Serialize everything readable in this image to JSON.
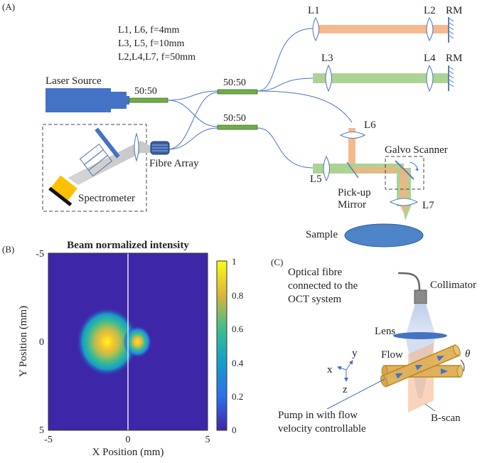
{
  "panel_a": {
    "label": "(A)",
    "focal_notes": [
      "L1, L6, f=4mm",
      "L3, L5, f=10mm",
      "L2,L4,L7, f=50mm"
    ],
    "laser_source": "Laser Source",
    "splitters": [
      "50:50",
      "50:50",
      "50:50"
    ],
    "fibre_array": "Fibre Array",
    "spectrometer": "Spectrometer",
    "lens_labels": {
      "l1": "L1",
      "l2": "L2",
      "l3": "L3",
      "l4": "L4",
      "l5": "L5",
      "l6": "L6",
      "l7": "L7"
    },
    "rm_labels": [
      "RM",
      "RM"
    ],
    "galvo": "Galvo Scanner",
    "pickup_line1": "Pick-up",
    "pickup_line2": "Mirror",
    "sample": "Sample",
    "colors": {
      "laser_blue": "#4472c4",
      "splitter_green": "#70ad47",
      "beam_orange": "#f4b183",
      "beam_green": "#a9d18e",
      "lens_blue": "#5b7fb8",
      "spectrometer_yellow": "#ffc000"
    }
  },
  "panel_b": {
    "label": "(B)",
    "title": "Beam normalized intensity",
    "xlabel": "X Position (mm)",
    "ylabel": "Y Position (mm)",
    "x_ticks": [
      "-5",
      "0",
      "5"
    ],
    "y_ticks": [
      "-5",
      "0",
      "5"
    ],
    "colorbar_ticks": [
      "1",
      "0.8",
      "0.6",
      "0.4",
      "0.2",
      "0"
    ]
  },
  "panel_c": {
    "label": "(C)",
    "fibre_line1": "Optical fibre",
    "fibre_line2": "connected to the",
    "fibre_line3": "OCT system",
    "collimator": "Collimator",
    "lens": "Lens",
    "flow": "Flow",
    "theta": "θ",
    "axis_x": "x",
    "axis_y": "y",
    "axis_z": "z",
    "pump_line1": "Pump in with flow",
    "pump_line2": "velocity controllable",
    "bscan": "B-scan"
  },
  "chart_data": {
    "type": "heatmap",
    "title": "Beam normalized intensity",
    "xlabel": "X Position (mm)",
    "ylabel": "Y Position (mm)",
    "xlim": [
      -5,
      5
    ],
    "ylim": [
      -5,
      5
    ],
    "colorbar_range": [
      0,
      1
    ],
    "colormap": "parula",
    "spots": [
      {
        "x": -1.3,
        "y": 0,
        "peak": 1.0,
        "sigma": 0.75
      },
      {
        "x": 0.6,
        "y": 0,
        "peak": 0.95,
        "sigma": 0.35
      }
    ],
    "center_line_x": 0
  }
}
